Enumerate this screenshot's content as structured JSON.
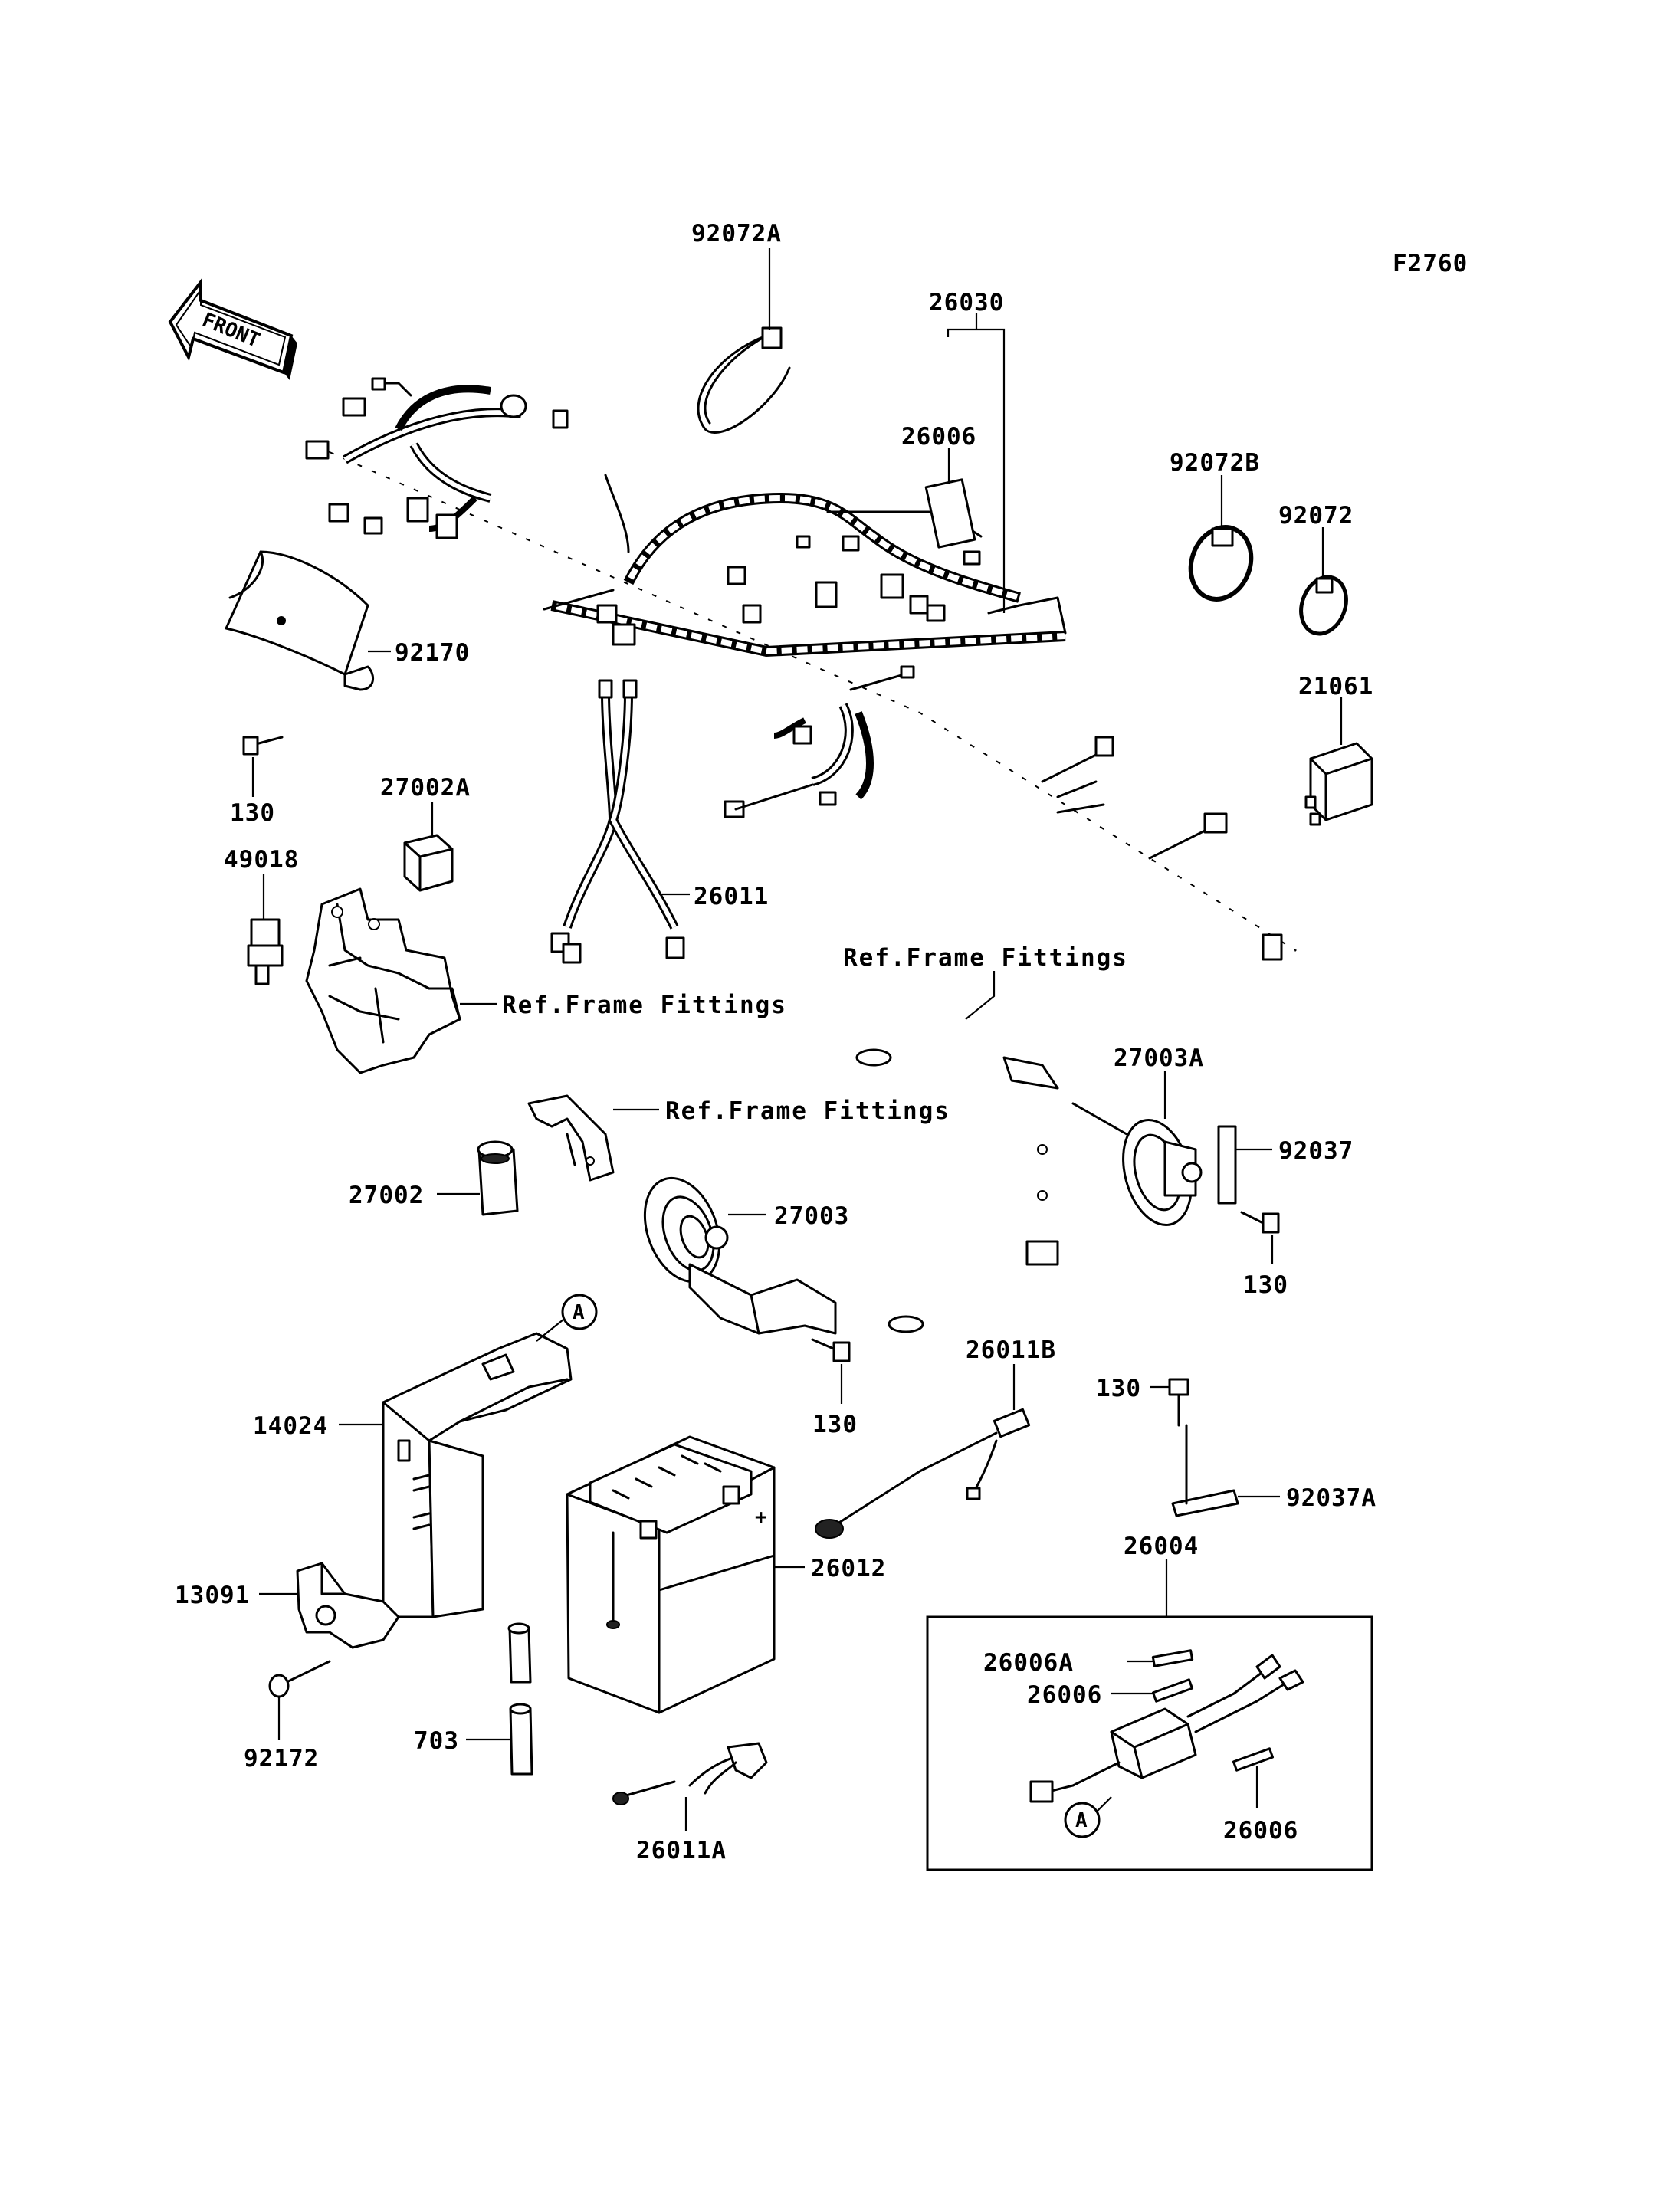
{
  "figure_code": "F2760",
  "front_arrow_label": "FRONT",
  "ref_frame_fittings": "Ref.Frame Fittings",
  "callout_a": "A",
  "labels": {
    "p92072A": "92072A",
    "p26030": "26030",
    "p26006_top": "26006",
    "p92072B": "92072B",
    "p92072": "92072",
    "p92170": "92170",
    "p21061": "21061",
    "p130_a": "130",
    "p27002A": "27002A",
    "p49018": "49018",
    "p26011": "26011",
    "p27003A": "27003A",
    "p92037": "92037",
    "p27002": "27002",
    "p27003": "27003",
    "p130_b": "130",
    "p130_c": "130",
    "p26011B": "26011B",
    "p130_d": "130",
    "p14024": "14024",
    "p92037A": "92037A",
    "p26004": "26004",
    "p13091": "13091",
    "p26012": "26012",
    "p26006A": "26006A",
    "p26006_mid": "26006",
    "p92172": "92172",
    "p703": "703",
    "p26006_bot": "26006",
    "p26011A": "26011A"
  }
}
